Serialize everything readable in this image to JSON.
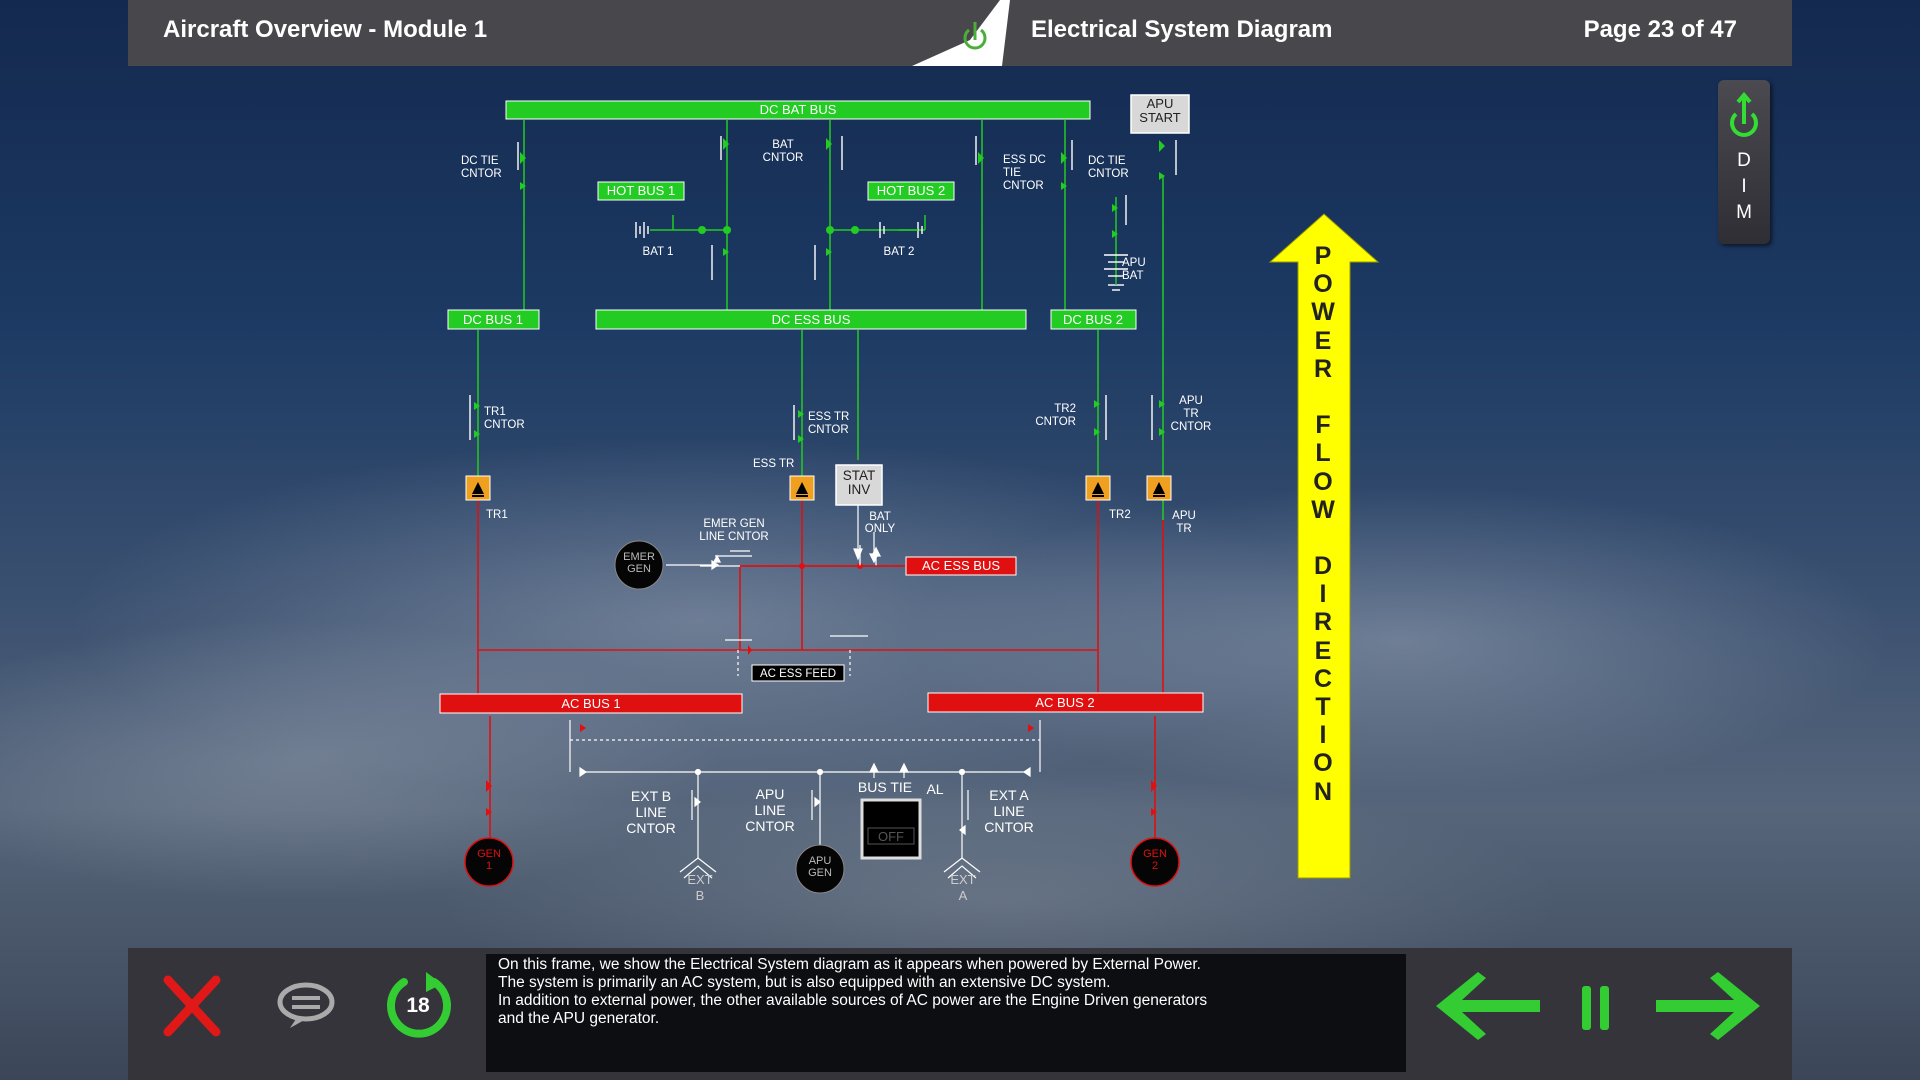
{
  "header": {
    "module_title": "Aircraft Overview - Module 1",
    "diagram_title": "Electrical System Diagram",
    "page_indicator": "Page 23 of 47"
  },
  "dim_button": {
    "letters": [
      "D",
      "I",
      "M"
    ]
  },
  "power_flow_label": [
    "P",
    "O",
    "W",
    "E",
    "R",
    "",
    "F",
    "L",
    "O",
    "W",
    "",
    "D",
    "I",
    "R",
    "E",
    "C",
    "T",
    "I",
    "O",
    "N"
  ],
  "diagram": {
    "buses": {
      "dc_bat_bus": "DC BAT BUS",
      "hot_bus_1": "HOT BUS 1",
      "hot_bus_2": "HOT BUS 2",
      "dc_bus_1": "DC BUS 1",
      "dc_ess_bus": "DC ESS BUS",
      "dc_bus_2": "DC BUS 2",
      "ac_ess_bus": "AC ESS BUS",
      "ac_bus_1": "AC BUS 1",
      "ac_bus_2": "AC BUS 2",
      "ac_ess_feed": "AC ESS FEED"
    },
    "labels": {
      "dc_tie_cntor_left": [
        "DC TIE",
        "CNTOR"
      ],
      "bat_cntor": [
        "BAT",
        "CNTOR"
      ],
      "ess_dc_tie_cntor": [
        "ESS DC",
        "TIE",
        "CNTOR"
      ],
      "dc_tie_cntor_right": [
        "DC TIE",
        "CNTOR"
      ],
      "bat_1": "BAT 1",
      "bat_2": "BAT 2",
      "apu_bat": [
        "APU",
        "BAT"
      ],
      "tr1_cntor": [
        "TR1",
        "CNTOR"
      ],
      "ess_tr_cntor": [
        "ESS TR",
        "CNTOR"
      ],
      "tr2_cntor": [
        "TR2",
        "CNTOR"
      ],
      "apu_tr_cntor": [
        "APU",
        "TR",
        "CNTOR"
      ],
      "ess_tr": "ESS TR",
      "tr1": "TR1",
      "tr2": "TR2",
      "apu_tr": [
        "APU",
        "TR"
      ],
      "emer_gen_line_cntor": [
        "EMER GEN",
        "LINE CNTOR"
      ],
      "bat_only": [
        "BAT",
        "ONLY"
      ],
      "ext_b_line_cntor": [
        "EXT B",
        "LINE",
        "CNTOR"
      ],
      "apu_line_cntor": [
        "APU",
        "LINE",
        "CNTOR"
      ],
      "ext_a_line_cntor": [
        "EXT A",
        "LINE",
        "CNTOR"
      ],
      "bus_tie": "BUS TIE",
      "bus_tie_al": "AL",
      "bus_tie_off": "OFF",
      "ext_b": [
        "EXT",
        "B"
      ],
      "ext_a": [
        "EXT",
        "A"
      ]
    },
    "buttons": {
      "apu_start": [
        "APU",
        "START"
      ],
      "stat_inv": [
        "STAT",
        "INV"
      ]
    },
    "sources": {
      "emer_gen": [
        "EMER",
        "GEN"
      ],
      "apu_gen": [
        "APU",
        "GEN"
      ],
      "gen_1": [
        "GEN",
        "1"
      ],
      "gen_2": [
        "GEN",
        "2"
      ]
    }
  },
  "footer": {
    "replay_count": "18",
    "narration": [
      "On this frame, we show the Electrical System diagram as it appears when powered by External Power.",
      "The system is primarily an AC system, but is also equipped with an extensive DC system.",
      "In addition to external power, the other available sources of AC power are the Engine Driven generators",
      "and the APU generator."
    ]
  },
  "colors": {
    "dc_green": "#22cc22",
    "ac_red": "#e01010",
    "header_bg": "#48484c",
    "arrow_yellow": "#ffff00",
    "nav_green": "#33cc33"
  }
}
